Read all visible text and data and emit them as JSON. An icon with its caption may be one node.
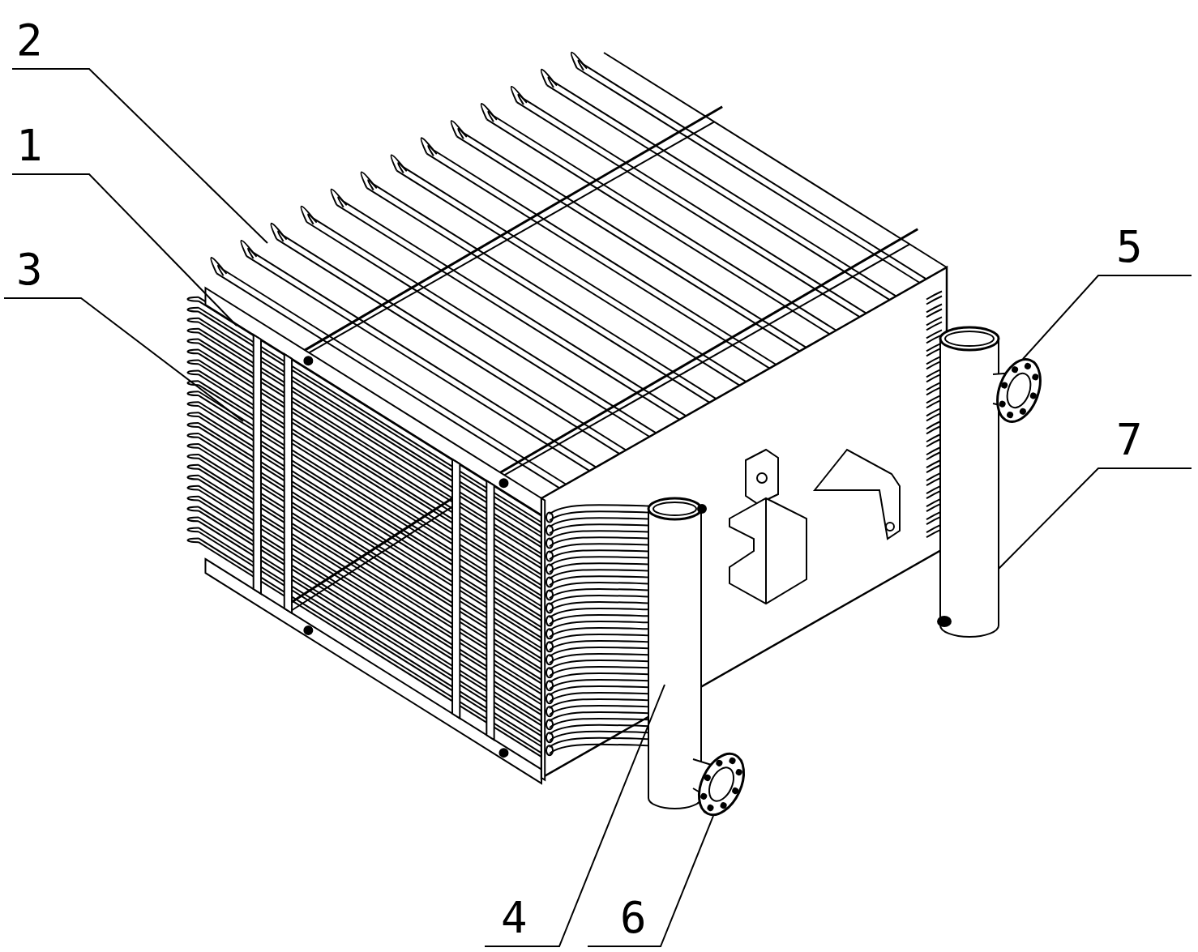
{
  "diagram": {
    "nodes": [
      {
        "text": [
          "2"
        ]
      },
      {
        "text": [
          "1"
        ]
      },
      {
        "text": [
          "3"
        ]
      },
      {
        "text": [
          "5"
        ]
      },
      {
        "text": [
          "7"
        ]
      },
      {
        "text": [
          "4"
        ]
      },
      {
        "text": [
          "6"
        ]
      }
    ],
    "edges": [
      {
        "from": 0,
        "to": null,
        "arrow": "none"
      },
      {
        "from": 1,
        "to": null,
        "arrow": "none"
      },
      {
        "from": 2,
        "to": null,
        "arrow": "none"
      },
      {
        "from": 3,
        "to": null,
        "arrow": "none"
      },
      {
        "from": 4,
        "to": null,
        "arrow": "none"
      },
      {
        "from": 5,
        "to": null,
        "arrow": "none"
      },
      {
        "from": 6,
        "to": null,
        "arrow": "none"
      }
    ]
  }
}
